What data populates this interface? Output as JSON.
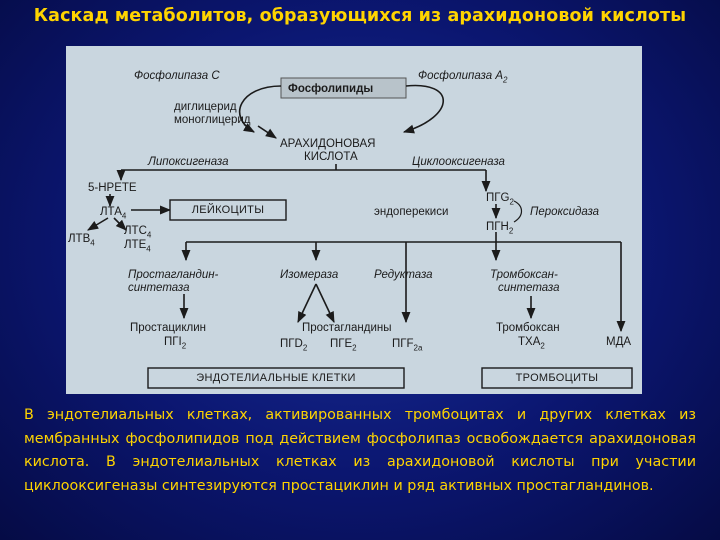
{
  "title": "Каскад метаболитов, образующихся из арахидоновой кислоты",
  "diagram": {
    "phospholipase_c": "Фосфолипаза С",
    "phospholipase_a2": "Фосфолипаза А",
    "phospholipase_a2_sub": "2",
    "phospholipids": "Фосфолипиды",
    "diglyceride": "диглицерид",
    "monoglyceride": "моноглицерид",
    "arachidonic_acid_1": "АРАХИДОНОВАЯ",
    "arachidonic_acid_2": "КИСЛОТА",
    "lipoxygenase": "Липоксигеназа",
    "cyclooxygenase": "Циклооксигеназа",
    "hpete": "5-НРЕТЕ",
    "lta4": "ЛТА",
    "lta4_sub": "4",
    "ltb4": "ЛТВ",
    "ltb4_sub": "4",
    "ltc4": "ЛТС",
    "ltc4_sub": "4",
    "lte4": "ЛТЕ",
    "lte4_sub": "4",
    "leukocytes": "ЛЕЙКОЦИТЫ",
    "pgg2": "ПГG",
    "pgg2_sub": "2",
    "endoperoxides": "эндоперекиси",
    "peroxidase": "Пероксидаза",
    "pgh2": "ПГН",
    "pgh2_sub": "2",
    "prostaglandin_synthetase_1": "Простагландин-",
    "prostaglandin_synthetase_2": "синтетаза",
    "isomerase": "Изомераза",
    "reductase": "Редуктаза",
    "thromboxane_synthetase_1": "Тромбоксан-",
    "thromboxane_synthetase_2": "синтетаза",
    "prostacyclin": "Простациклин",
    "pgi2": "ПГI",
    "pgi2_sub": "2",
    "prostaglandins": "Простагландины",
    "pgd2": "ПГD",
    "pgd2_sub": "2",
    "pge2": "ПГЕ",
    "pge2_sub": "2",
    "pgf2a": "ПГF",
    "pgf2a_sub": "2a",
    "thromboxane": "Тромбоксан",
    "txa2": "ТХА",
    "txa2_sub": "2",
    "mda": "МДА",
    "endothelial_cells": "ЭНДОТЕЛИАЛЬНЫЕ КЛЕТКИ",
    "platelets": "ТРОМБОЦИТЫ"
  },
  "caption": "В эндотелиальных клетках, активированных тромбоцитах и других клетках из мембранных фосфолипидов под действием фосфолипаз освобождается арахидоновая кислота. В эндотелиальных клетках из арахидоновой кислоты при участии циклооксигеназы синтезируются простациклин и ряд активных простагландинов."
}
